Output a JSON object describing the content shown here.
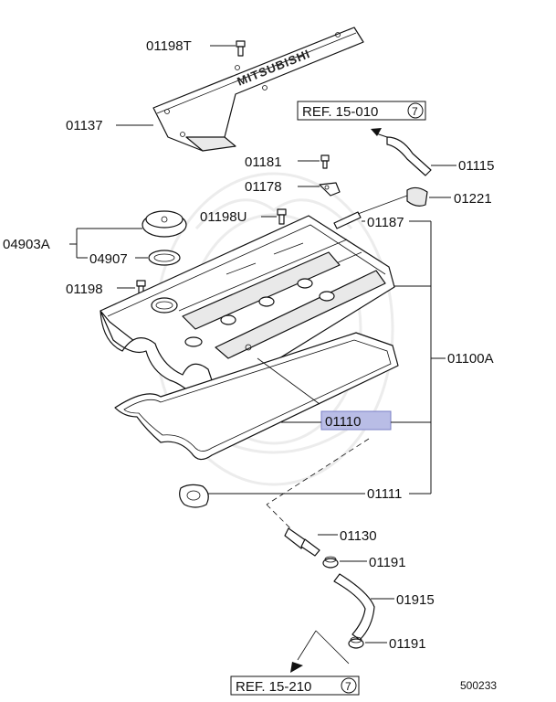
{
  "labels": {
    "p01198T": "01198T",
    "p01137": "01137",
    "p01115": "01115",
    "p01181": "01181",
    "p01178": "01178",
    "p01221": "01221",
    "p01198U": "01198U",
    "p01187": "01187",
    "p04903A": "04903A",
    "p04907": "04907",
    "p01198": "01198",
    "p01100A": "01100A",
    "p01110": "01110",
    "p01111": "01111",
    "p01130": "01130",
    "p01191a": "01191",
    "p01915": "01915",
    "p01191b": "01191"
  },
  "refs": {
    "top": {
      "text": "REF. 15-010",
      "num": "7"
    },
    "bottom": {
      "text": "REF. 15-210",
      "num": "7"
    }
  },
  "cover_text": "MITSUBISHI",
  "figure_code": "500233",
  "colors": {
    "highlight": "#b9bde6"
  }
}
